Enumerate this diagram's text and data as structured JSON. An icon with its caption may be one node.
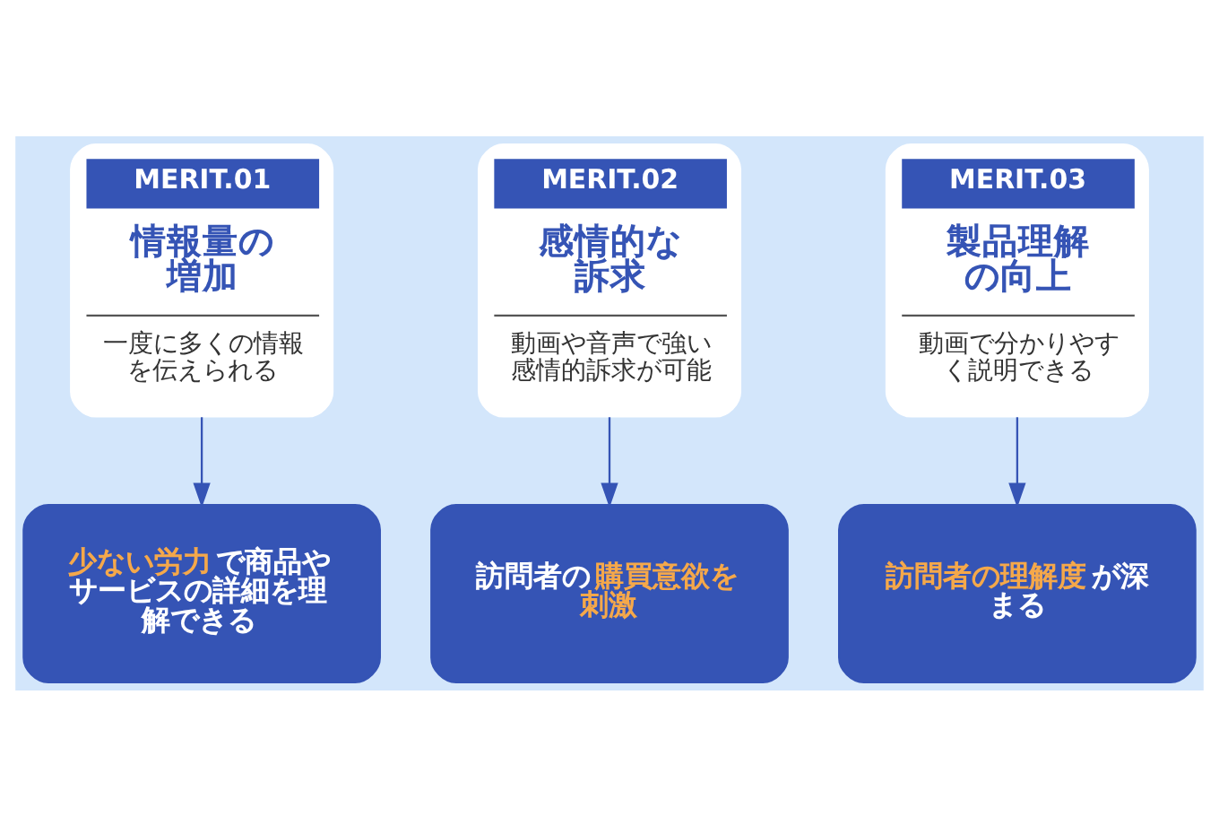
{
  "diagram": {
    "nodes": [
      {
        "text": [
          "MERIT.01",
          "情報量の増加",
          "一度に多くの情報を伝えられる"
        ]
      },
      {
        "text": [
          "MERIT.02",
          "感情的な訴求",
          "動画や音声で強い感情的訴求が可能"
        ]
      },
      {
        "text": [
          "MERIT.03",
          "製品理解の向上",
          "動画で分かりやすく説明できる"
        ]
      },
      {
        "text": [
          "**少ない労力**で商品やサービスの詳細を理解できる"
        ]
      },
      {
        "text": [
          "訪問者の**購買意欲を刺激**"
        ]
      },
      {
        "text": [
          "**訪問者の理解度**が深まる"
        ]
      }
    ],
    "edges": [
      {
        "from": 0,
        "to": 3,
        "arrow": "to"
      },
      {
        "from": 1,
        "to": 4,
        "arrow": "to"
      },
      {
        "from": 2,
        "to": 5,
        "arrow": "to"
      }
    ]
  }
}
